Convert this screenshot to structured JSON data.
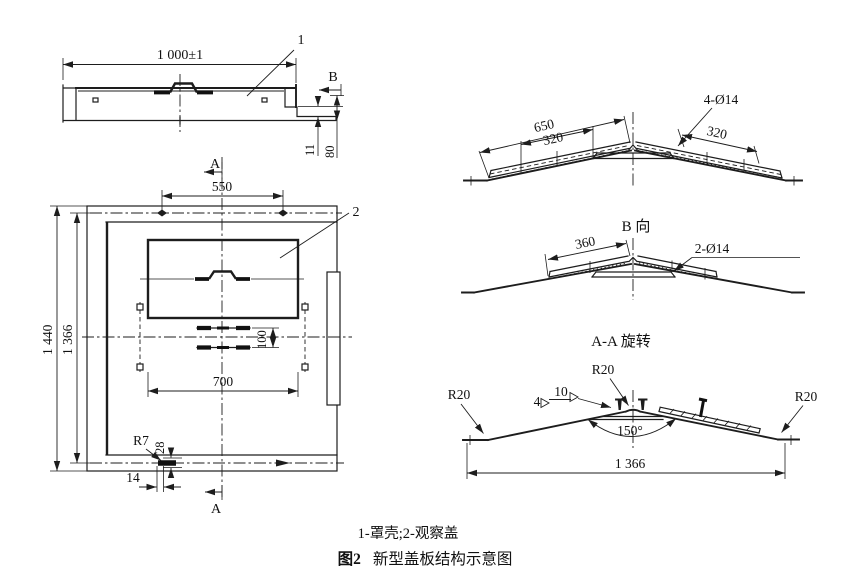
{
  "drawing": {
    "background": "#ffffff",
    "line_color": "#1d1d1d"
  },
  "side_view": {
    "dim_length": "1 000±1",
    "part_label": "1",
    "view_arrow_label": "B",
    "dim_step": "11",
    "dim_height": "80"
  },
  "plan_view": {
    "section_arrow_top": "A",
    "section_arrow_bottom": "A",
    "part_label": "2",
    "dim_550": "550",
    "dim_700": "700",
    "dim_100": "100",
    "dim_1440": "1 440",
    "dim_1366": "1 366",
    "dim_r7": "R7",
    "dim_28": "28",
    "dim_14": "14"
  },
  "front_view": {
    "dim_650": "650",
    "dim_320_left": "320",
    "dim_320_right": "320",
    "holes_label": "4-Ø14"
  },
  "b_view": {
    "title": "B 向",
    "dim_360": "360",
    "holes_label": "2-Ø14"
  },
  "section_view": {
    "title": "A-A 旋转",
    "r20_left": "R20",
    "r20_top": "R20",
    "r20_right": "R20",
    "weld_size": "4",
    "weld_length": "10",
    "angle_150": "150°",
    "dim_1366": "1 366"
  },
  "caption": {
    "legend": "1-罩壳;2-观察盖",
    "figure_number": "图2",
    "figure_title": "新型盖板结构示意图"
  }
}
